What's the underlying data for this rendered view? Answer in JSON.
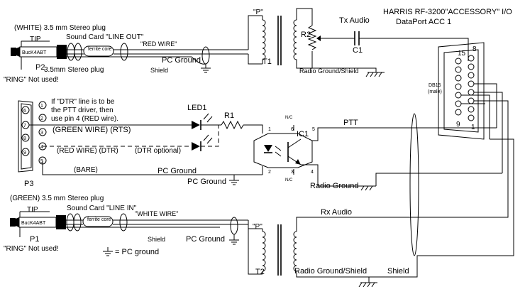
{
  "header": {
    "title": "HARRIS RF-3200\"ACCESSORY\" I/O",
    "subtitle": "DataPort  ACC 1",
    "connector": "DB15",
    "connector_note": "(male)",
    "pin_15": "15",
    "pin_8": "8",
    "pin_9": "9",
    "pin_1": "1"
  },
  "p2": {
    "color_note": "(WHITE) 3.5 mm Stereo plug",
    "tip": "TIP",
    "sound_card": "Sound Card \"LINE OUT\"",
    "plug": "3.5mm Stereo plug",
    "ref": "P2",
    "ring": "\"RING\" Not used!",
    "plug_brand": "BucK4ABT",
    "ferrite": "ferrite core",
    "wire": "\"RED WIRE\"",
    "ground": "PC Ground",
    "shield": "Shield"
  },
  "t1": {
    "primary": "\"P\"",
    "ref": "T1",
    "pot": "R2",
    "tx": "Tx Audio",
    "cap": "C1",
    "radio_ground": "Radio Ground/Shield"
  },
  "p3": {
    "ref": "P3",
    "pins": [
      "6",
      "1",
      "7",
      "2",
      "8",
      "3",
      "9",
      "4",
      "5"
    ],
    "note": [
      "If \"DTR\" line is to be",
      "the PTT driver, then",
      "use pin 4 (RED wire)."
    ],
    "green_wire": "(GREEN WIRE) (RTS)",
    "red_wire": "(RED WIRE) (DTR)",
    "dtr_optional": "(DTR optional)",
    "bare": "(BARE)",
    "pc_ground_1": "PC Ground",
    "pc_ground_2": "PC Ground"
  },
  "ptt": {
    "led": "LED1",
    "resistor": "R1",
    "ic": "IC1",
    "ptt": "PTT",
    "radio_ground": "Radio Ground",
    "nc": "N/C",
    "pin_labels": [
      "1",
      "2",
      "6",
      "3",
      "5",
      "4"
    ]
  },
  "p1": {
    "color_note": "(GREEN) 3.5 mm Stereo plug",
    "tip": "TIP",
    "sound_card": "Sound Card \"LINE IN\"",
    "ref": "P1",
    "ring": "\"RING\" Not used!",
    "plug_brand": "BucK4ABT",
    "ferrite": "ferrite core",
    "wire": "\"WHITE WIRE\"",
    "shield": "Shield",
    "ground": "PC Ground",
    "legend": "= PC ground"
  },
  "t2": {
    "primary": "\"P\"",
    "ref": "T2",
    "rx": "Rx Audio",
    "radio_ground": "Radio Ground/Shield",
    "shield": "Shield"
  }
}
